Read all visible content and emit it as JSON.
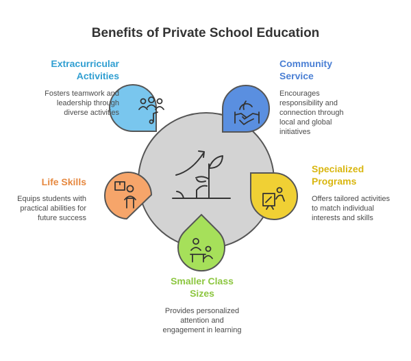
{
  "title": "Benefits of Private School Education",
  "colors": {
    "hub": "#d3d3d3",
    "extracurricular": "#79c6ee",
    "community": "#5a8fe0",
    "specialized": "#f0d034",
    "smaller": "#a6e05a",
    "life": "#f6a56a"
  },
  "benefits": {
    "extracurricular": {
      "label": "Extracurricular Activities",
      "line1": "Extracurricular",
      "line2": "Activities",
      "desc": [
        "Fosters teamwork and",
        "leadership through",
        "diverse activities"
      ],
      "icon": "people-music-icon"
    },
    "community": {
      "label": "Community Service",
      "line1": "Community",
      "line2": "Service",
      "desc": [
        "Encourages",
        "responsibility and",
        "connection through",
        "local and global",
        "initiatives"
      ],
      "icon": "handshake-globe-icon"
    },
    "specialized": {
      "label": "Specialized Programs",
      "line1": "Specialized",
      "line2": "Programs",
      "desc": [
        "Offers tailored activities",
        "to match individual",
        "interests and skills"
      ],
      "icon": "presentation-board-icon"
    },
    "smaller": {
      "label": "Smaller Class Sizes",
      "line1": "Smaller Class",
      "line2": "Sizes",
      "desc": [
        "Provides personalized",
        "attention and",
        "engagement in learning"
      ],
      "icon": "teacher-student-icon"
    },
    "life": {
      "label": "Life Skills",
      "line1": "Life Skills",
      "desc": [
        "Equips students with",
        "practical abilities for",
        "future success"
      ],
      "icon": "person-box-icon"
    }
  }
}
